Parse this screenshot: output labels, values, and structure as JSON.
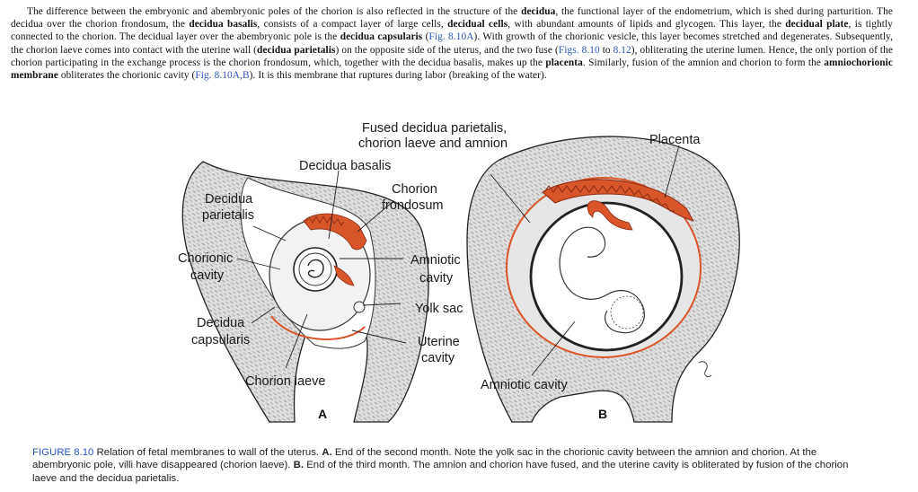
{
  "paragraph": [
    {
      "t": "The difference between the embryonic and abembryonic poles of the chorion is also reflected in the structure of the "
    },
    {
      "t": "decidua",
      "b": true
    },
    {
      "t": ", the functional layer of the endometrium, which is shed during parturition. The decidua over the chorion frondosum, the "
    },
    {
      "t": "decidua basalis",
      "b": true
    },
    {
      "t": ", consists of a compact layer of large cells, "
    },
    {
      "t": "decidual cells",
      "b": true
    },
    {
      "t": ", with abundant amounts of lipids and glycogen. This layer, the "
    },
    {
      "t": "decidual plate",
      "b": true
    },
    {
      "t": ", is tightly connected to the chorion. The decidual layer over the abembryonic pole is the "
    },
    {
      "t": "decidua capsularis",
      "b": true
    },
    {
      "t": " ("
    },
    {
      "t": "Fig. 8.10A",
      "ref": true
    },
    {
      "t": "). With growth of the chorionic vesicle, this layer becomes stretched and degenerates. Subsequently, the chorion laeve comes into contact with the uterine wall ("
    },
    {
      "t": "decidua parietalis",
      "b": true
    },
    {
      "t": ") on the opposite side of the uterus, and the two fuse ("
    },
    {
      "t": "Figs. 8.10",
      "ref": true
    },
    {
      "t": " to "
    },
    {
      "t": "8.12",
      "ref": true
    },
    {
      "t": "), obliterating the uterine lumen. Hence, the only portion of the chorion participating in the exchange process is the chorion frondosum, which, together with the decidua basalis, makes up the "
    },
    {
      "t": "placenta",
      "b": true
    },
    {
      "t": ". Similarly, fusion of the amnion and chorion to form the "
    },
    {
      "t": "amniochorionic membrane",
      "b": true
    },
    {
      "t": " obliterates the chorionic cavity ("
    },
    {
      "t": "Fig. 8.10A,B",
      "ref": true
    },
    {
      "t": "). It is this membrane that ruptures during labor (breaking of the water)."
    }
  ],
  "figure": {
    "labels": {
      "fused_1": "Fused decidua parietalis,",
      "fused_2": "chorion laeve and amnion",
      "placenta": "Placenta",
      "decidua_basalis": "Decidua basalis",
      "chorion_1": "Chorion",
      "chorion_2": "frondosum",
      "dec_par_1": "Decidua",
      "dec_par_2": "parietalis",
      "chor_cav_1": "Chorionic",
      "chor_cav_2": "cavity",
      "amniotic_1": "Amniotic",
      "amniotic_2": "cavity",
      "yolk_sac": "Yolk sac",
      "dec_cap_1": "Decidua",
      "dec_cap_2": "capsularis",
      "uterine_1": "Uterine",
      "uterine_2": "cavity",
      "chorion_laeve": "Chorion laeve",
      "amniotic_cavity_b": "Amniotic cavity",
      "panel_a": "A",
      "panel_b": "B"
    },
    "colors": {
      "tissue": "#d9d9d9",
      "placenta": "#d9562b",
      "lines": "#222222"
    }
  },
  "caption": [
    {
      "t": "FIGURE 8.10",
      "fig": true
    },
    {
      "t": " Relation of fetal membranes to wall of the uterus. "
    },
    {
      "t": "A.",
      "b": true
    },
    {
      "t": " End of the second month. Note the yolk sac in the chorionic cavity between the amnion and chorion. At the abembryonic pole, villi have disappeared (chorion laeve). "
    },
    {
      "t": "B.",
      "b": true
    },
    {
      "t": " End of the third month. The amnion and chorion have fused, and the uterine cavity is obliterated by fusion of the chorion laeve and the decidua parietalis."
    }
  ]
}
